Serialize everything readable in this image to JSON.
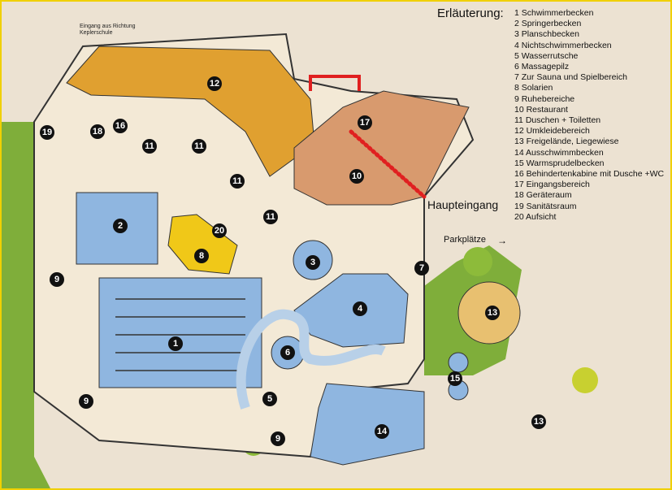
{
  "legend": {
    "title": "Erläuterung:",
    "items": [
      "1 Schwimmerbecken",
      "2 Springerbecken",
      "3 Planschbecken",
      "4 Nichtschwimmerbecken",
      "5 Wasserrutsche",
      "6 Massagepilz",
      "7 Zur Sauna und Spielbereich",
      "8 Solarien",
      "9 Ruhebereiche",
      "10 Restaurant",
      "11 Duschen + Toiletten",
      "12 Umkleidebereich",
      "13 Freigelände, Liegewiese",
      "14 Ausschwimmbecken",
      "15 Warmsprudelbecken",
      "16 Behindertenkabine mit Dusche +WC",
      "17 Eingangsbereich",
      "18 Geräteraum",
      "19 Sanitätsraum",
      "20 Aufsicht"
    ]
  },
  "labels": {
    "main_entrance": "Haupteingang",
    "parking": "Parkplätze",
    "parking_arrow": "→",
    "side_entrance_line1": "Eingang aus Richtung",
    "side_entrance_line2": "Keplerschule"
  },
  "markers": {
    "m12": "12",
    "m19": "19",
    "m18": "18",
    "m16": "16",
    "m11a": "11",
    "m11b": "11",
    "m11c": "11",
    "m11d": "11",
    "m2": "2",
    "m20": "20",
    "m8": "8",
    "m3": "3",
    "m7": "7",
    "m9a": "9",
    "m4": "4",
    "m13a": "13",
    "m1": "1",
    "m6": "6",
    "m15": "15",
    "m5": "5",
    "m9b": "9",
    "m13b": "13",
    "m14": "14",
    "m9c": "9",
    "m10": "10",
    "m17": "17"
  },
  "colors": {
    "pool": "#8fb6e0",
    "changing": "#e0a030",
    "restaurant": "#d89a6e",
    "grass": "#7fae3a",
    "route": "#e02020"
  }
}
